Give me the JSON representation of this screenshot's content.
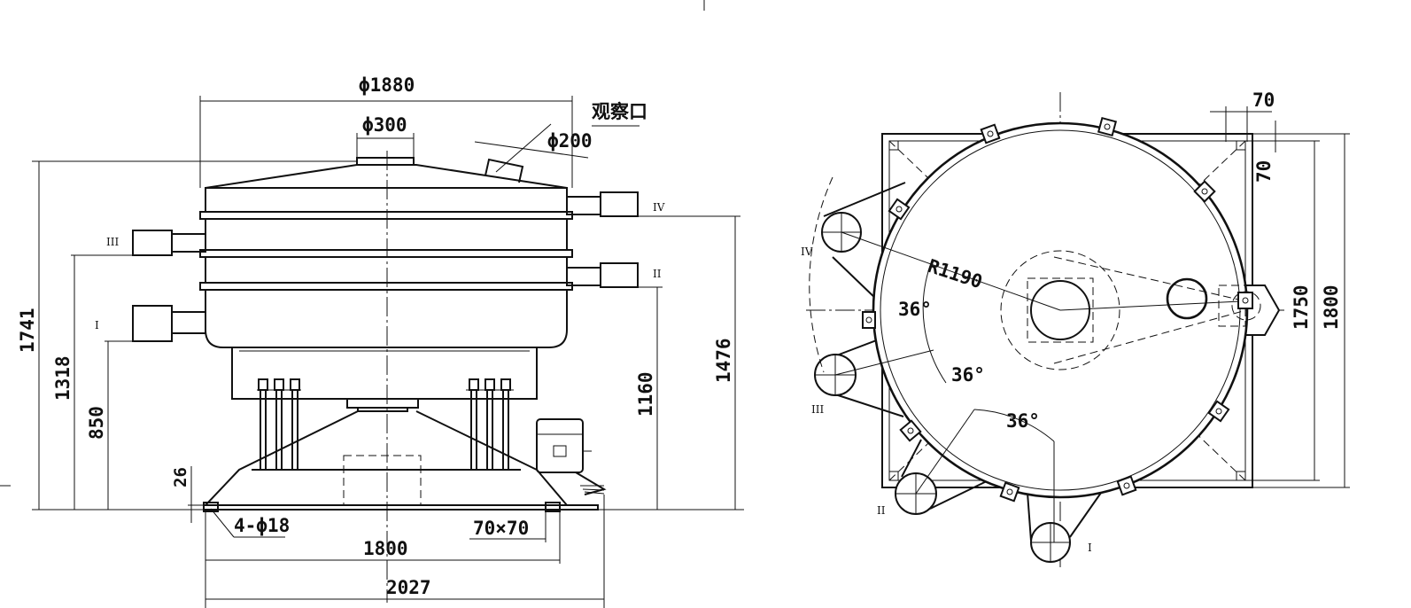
{
  "front_view": {
    "dims": {
      "top_diameter": "ϕ1880",
      "inlet_diameter": "ϕ300",
      "port_diameter": "ϕ200",
      "observation_port": "观察口",
      "overall_height": "1741",
      "outlet_iii_height": "1318",
      "outlet_i_height": "850",
      "base_plate": "26",
      "bolt_holes": "4-ϕ18",
      "outlet_ii_height": "1160",
      "outlet_iv_height": "1476",
      "foot_size": "70×70",
      "base_width": "1800",
      "overall_width": "2027"
    },
    "outlets": {
      "i": "I",
      "ii": "II",
      "iii": "III",
      "iv": "IV"
    }
  },
  "top_view": {
    "dims": {
      "top_offset": "70",
      "side_offset": "70",
      "radius": "R1190",
      "angle_1": "36°",
      "angle_2": "36°",
      "angle_3": "36°",
      "inner_size": "1750",
      "outer_size": "1800"
    },
    "outlets": {
      "i": "I",
      "ii": "II",
      "iii": "III",
      "iv": "IV"
    }
  }
}
